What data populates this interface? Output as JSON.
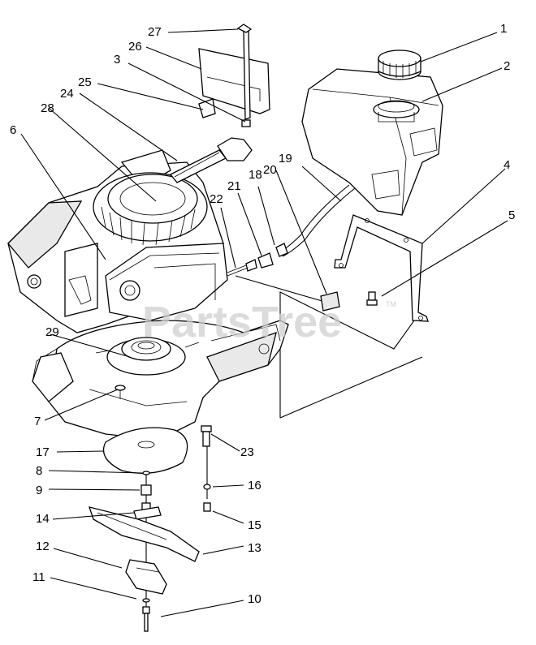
{
  "watermark": "PartsTree",
  "watermark_tm": "TM",
  "callouts": [
    {
      "id": "c1",
      "label": "1"
    },
    {
      "id": "c2",
      "label": "2"
    },
    {
      "id": "c3",
      "label": "3"
    },
    {
      "id": "c4",
      "label": "4"
    },
    {
      "id": "c5",
      "label": "5"
    },
    {
      "id": "c6",
      "label": "6"
    },
    {
      "id": "c7",
      "label": "7"
    },
    {
      "id": "c8",
      "label": "8"
    },
    {
      "id": "c9",
      "label": "9"
    },
    {
      "id": "c10",
      "label": "10"
    },
    {
      "id": "c11",
      "label": "11"
    },
    {
      "id": "c12",
      "label": "12"
    },
    {
      "id": "c13",
      "label": "13"
    },
    {
      "id": "c14",
      "label": "14"
    },
    {
      "id": "c15",
      "label": "15"
    },
    {
      "id": "c16",
      "label": "16"
    },
    {
      "id": "c17",
      "label": "17"
    },
    {
      "id": "c18",
      "label": "18"
    },
    {
      "id": "c19",
      "label": "19"
    },
    {
      "id": "c20",
      "label": "20"
    },
    {
      "id": "c21",
      "label": "21"
    },
    {
      "id": "c22",
      "label": "22"
    },
    {
      "id": "c23",
      "label": "23"
    },
    {
      "id": "c24",
      "label": "24"
    },
    {
      "id": "c25",
      "label": "25"
    },
    {
      "id": "c26",
      "label": "26"
    },
    {
      "id": "c27",
      "label": "27"
    },
    {
      "id": "c28",
      "label": "28"
    },
    {
      "id": "c29",
      "label": "29"
    }
  ]
}
